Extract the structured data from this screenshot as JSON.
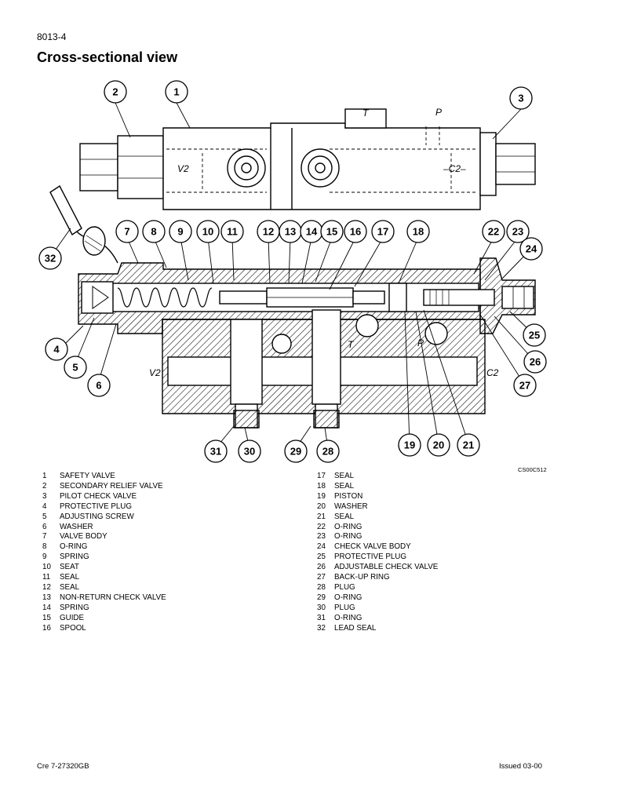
{
  "page": {
    "number": "8013-4",
    "title": "Cross-sectional view",
    "figure_code": "CS00C512",
    "footer_left": "Cre  7-27320GB",
    "footer_right": "Issued 03-00"
  },
  "figure": {
    "port_labels": {
      "t_top": "T",
      "p_top": "P",
      "v2_top": "V2",
      "c2_top": "–C2–",
      "v2_bottom": "V2",
      "c2_bottom": "C2",
      "t_bottom": "T",
      "p_bottom": "P"
    },
    "callouts": [
      "1",
      "2",
      "3",
      "4",
      "5",
      "6",
      "7",
      "8",
      "9",
      "10",
      "11",
      "12",
      "13",
      "14",
      "15",
      "16",
      "17",
      "18",
      "19",
      "20",
      "21",
      "22",
      "23",
      "24",
      "25",
      "26",
      "27",
      "28",
      "29",
      "30",
      "31",
      "32"
    ]
  },
  "legend_left": [
    {
      "num": "1",
      "text": "SAFETY VALVE"
    },
    {
      "num": "2",
      "text": "SECONDARY RELIEF VALVE"
    },
    {
      "num": "3",
      "text": "PILOT CHECK VALVE"
    },
    {
      "num": "4",
      "text": "PROTECTIVE PLUG"
    },
    {
      "num": "5",
      "text": "ADJUSTING SCREW"
    },
    {
      "num": "6",
      "text": "WASHER"
    },
    {
      "num": "7",
      "text": "VALVE BODY"
    },
    {
      "num": "8",
      "text": "O-RING"
    },
    {
      "num": "9",
      "text": "SPRING"
    },
    {
      "num": "10",
      "text": "SEAT"
    },
    {
      "num": "11",
      "text": "SEAL"
    },
    {
      "num": "12",
      "text": "SEAL"
    },
    {
      "num": "13",
      "text": "NON-RETURN CHECK VALVE"
    },
    {
      "num": "14",
      "text": "SPRING"
    },
    {
      "num": "15",
      "text": "GUIDE"
    },
    {
      "num": "16",
      "text": "SPOOL"
    }
  ],
  "legend_right": [
    {
      "num": "17",
      "text": "SEAL"
    },
    {
      "num": "18",
      "text": "SEAL"
    },
    {
      "num": "19",
      "text": "PISTON"
    },
    {
      "num": "20",
      "text": "WASHER"
    },
    {
      "num": "21",
      "text": "SEAL"
    },
    {
      "num": "22",
      "text": "O-RING"
    },
    {
      "num": "23",
      "text": "O-RING"
    },
    {
      "num": "24",
      "text": "CHECK VALVE BODY"
    },
    {
      "num": "25",
      "text": "PROTECTIVE PLUG"
    },
    {
      "num": "26",
      "text": "ADJUSTABLE CHECK VALVE"
    },
    {
      "num": "27",
      "text": "BACK-UP RING"
    },
    {
      "num": "28",
      "text": "PLUG"
    },
    {
      "num": "29",
      "text": "O-RING"
    },
    {
      "num": "30",
      "text": "PLUG"
    },
    {
      "num": "31",
      "text": "O-RING"
    },
    {
      "num": "32",
      "text": "LEAD SEAL"
    }
  ]
}
